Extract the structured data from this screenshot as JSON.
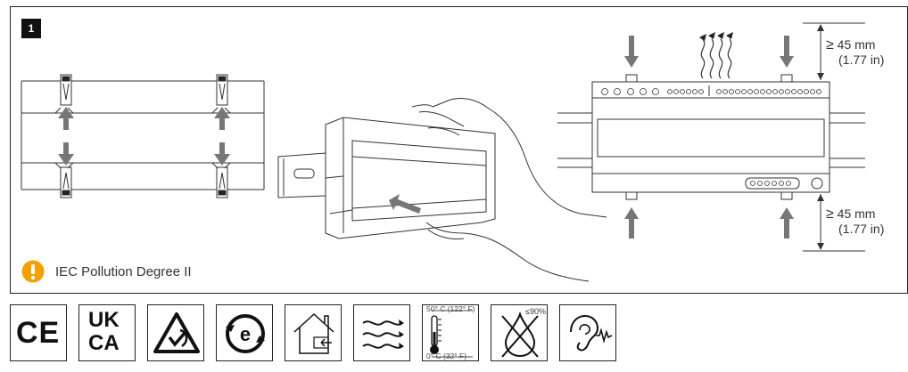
{
  "step_number": "1",
  "note": {
    "text": "IEC Pollution Degree II",
    "icon": "warning-icon",
    "color": "#f2a100"
  },
  "clearance_top": {
    "value": "45 mm",
    "imperial": "(1.77 in)",
    "symbol": "≥"
  },
  "clearance_bottom": {
    "value": "45 mm",
    "imperial": "(1.77 in)",
    "symbol": "≥"
  },
  "certifications": {
    "ce": "CE",
    "ukca_top": "UK",
    "ukca_bottom": "CA",
    "temp_high": "50° C (122° F)",
    "temp_low": "0° C (32° F)",
    "humidity": "≤90%"
  }
}
